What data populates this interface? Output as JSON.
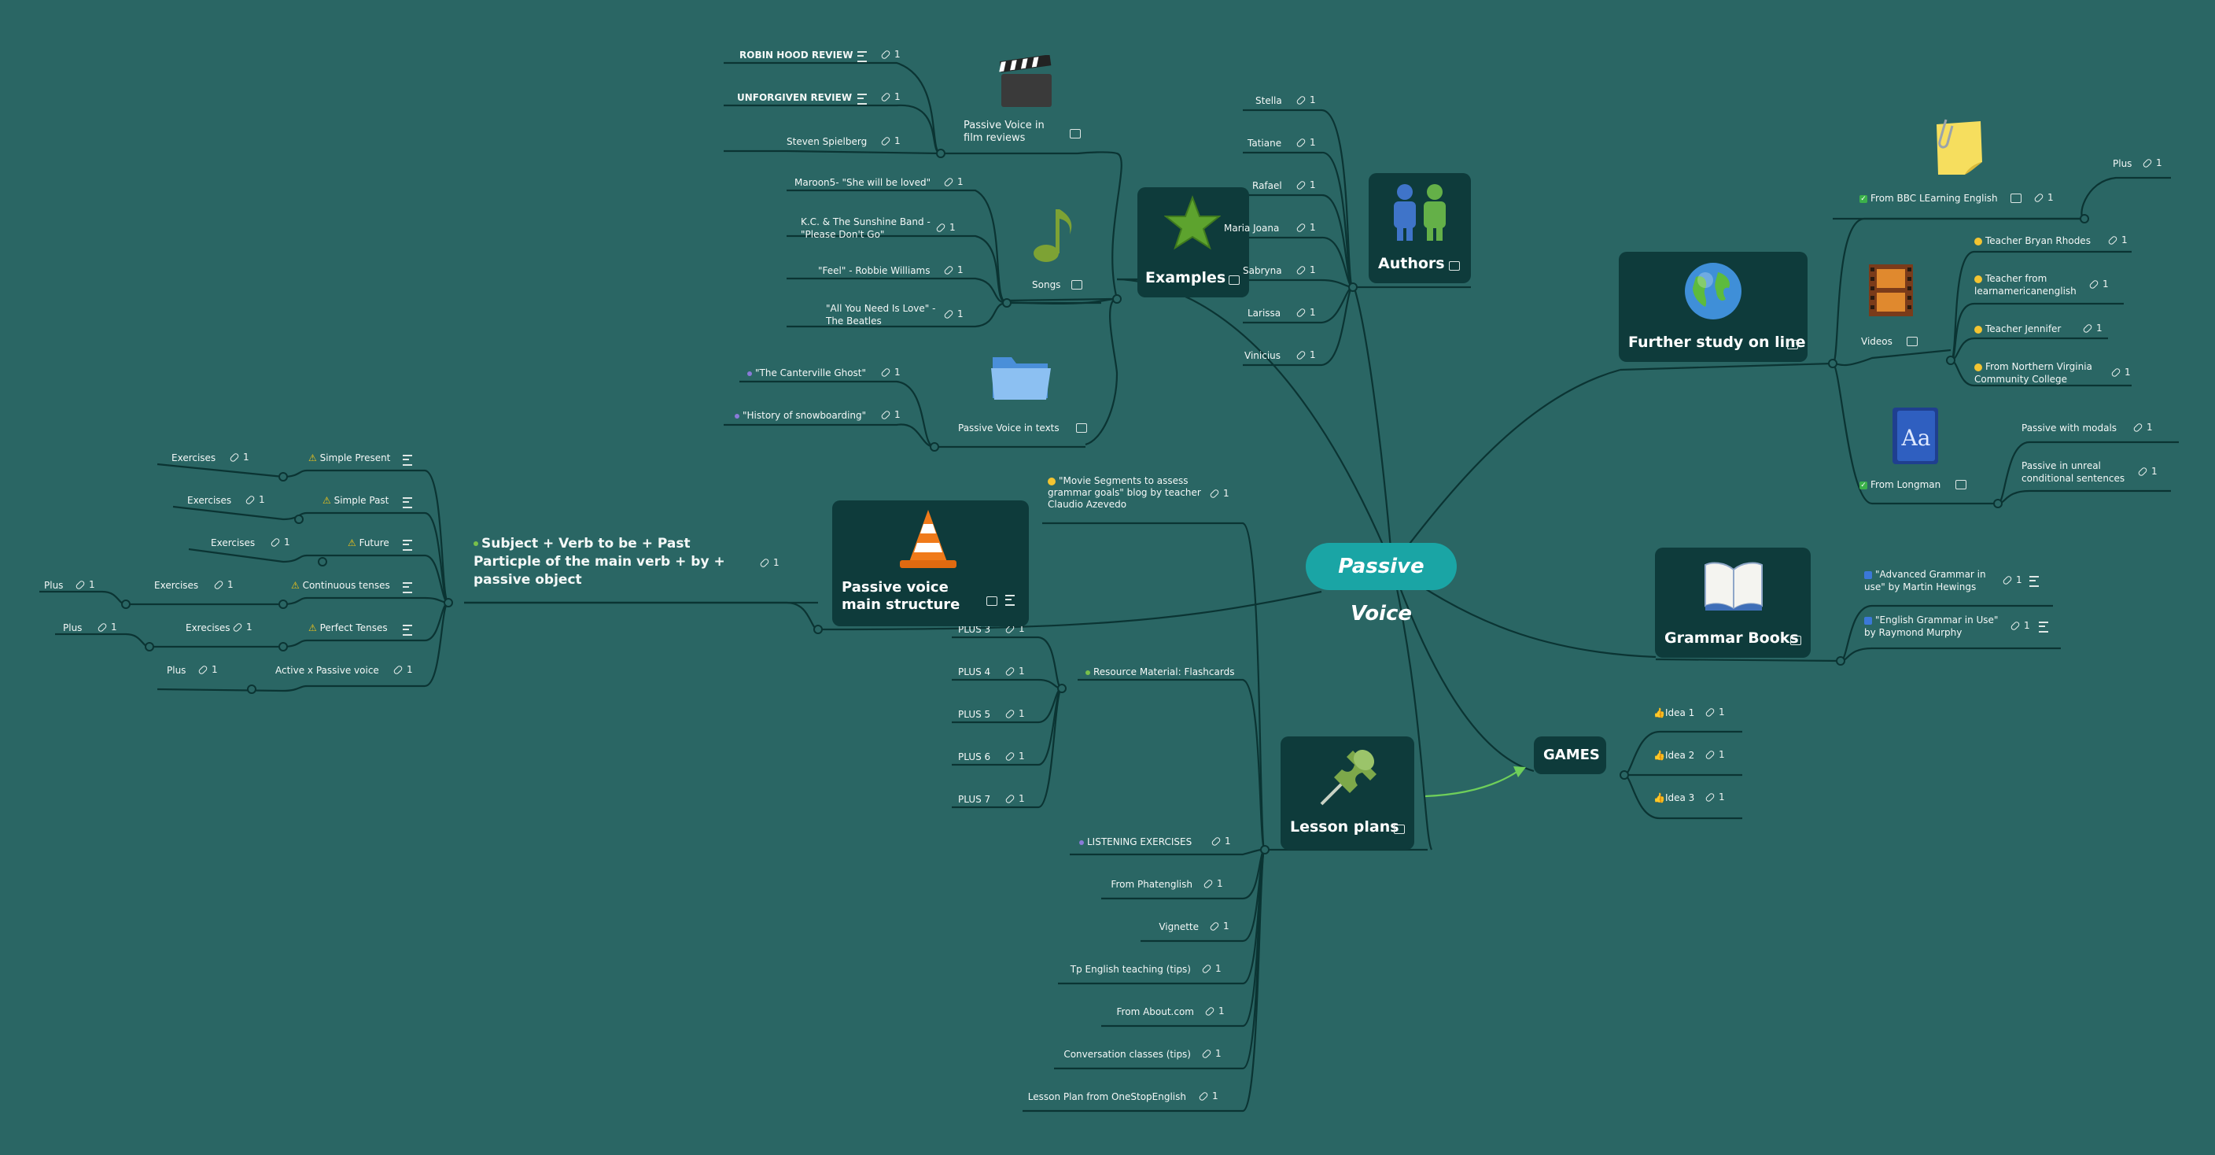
{
  "center": {
    "label": "Passive Voice"
  },
  "examples": {
    "title": "Examples",
    "film": {
      "label": "Passive Voice in film reviews",
      "items": [
        "ROBIN HOOD REVIEW",
        "UNFORGIVEN REVIEW",
        "Steven Spielberg"
      ]
    },
    "songs": {
      "label": "Songs",
      "items": [
        "Maroon5- \"She will be loved\"",
        "K.C. & The Sunshine Band - \"Please Don't Go\"",
        "\"Feel\" - Robbie Williams",
        "\"All You Need Is Love\" - The Beatles"
      ]
    },
    "texts": {
      "label": "Passive Voice in texts",
      "items": [
        "\"The Canterville Ghost\"",
        "\"History of snowboarding\""
      ]
    }
  },
  "authors": {
    "title": "Authors",
    "items": [
      "Stella",
      "Tatiane",
      "Rafael",
      "Maria Joana",
      "Sabryna",
      "Larissa",
      "Vinicius"
    ]
  },
  "further": {
    "title": "Further study on line",
    "bbc": {
      "label": "From BBC LEarning English",
      "plus": "Plus"
    },
    "videos": {
      "label": "Videos",
      "items": [
        "Teacher Bryan Rhodes",
        "Teacher from learnamericanenglish",
        "Teacher Jennifer",
        "From Northern Virginia Community College"
      ]
    },
    "longman": {
      "label": "From Longman",
      "items": [
        "Passive with modals",
        "Passive in unreal conditional sentences"
      ]
    }
  },
  "grammar": {
    "title": "Grammar Books",
    "items": [
      "\"Advanced Grammar in use\" by Martin Hewings",
      "\"English Grammar in Use\" by Raymond Murphy"
    ]
  },
  "games": {
    "title": "GAMES",
    "items": [
      "Idea 1",
      "Idea 2",
      "Idea 3"
    ]
  },
  "lesson": {
    "title": "Lesson plans",
    "movie": "\"Movie Segments to assess grammar goals\" blog by teacher Claudio Azevedo",
    "flashcards": {
      "label": "Resource Material: Flashcards",
      "items": [
        "PLUS 3",
        "PLUS 4",
        "PLUS 5",
        "PLUS 6",
        "PLUS 7"
      ]
    },
    "listening": "LISTENING EXERCISES",
    "others": [
      "From Phatenglish",
      "Vignette",
      "Tp English teaching (tips)",
      "From About.com",
      "Conversation classes (tips)",
      "Lesson Plan from OneStopEnglish"
    ]
  },
  "structure": {
    "title": "Passive voice main structure",
    "formula": "Subject + Verb to be + Past Particple of the main verb + by + passive object",
    "tenses": [
      {
        "name": "Simple Present",
        "ex": "Exercises"
      },
      {
        "name": "Simple Past",
        "ex": "Exercises"
      },
      {
        "name": "Future",
        "ex": "Exercises"
      },
      {
        "name": "Continuous tenses",
        "ex": "Exercises",
        "plus": "Plus"
      },
      {
        "name": "Perfect Tenses",
        "ex": "Exrecises",
        "plus": "Plus"
      },
      {
        "name": "Active x Passive voice",
        "ex": "Plus"
      }
    ]
  },
  "link_count": "1",
  "colors": {
    "background": "#2a6664",
    "card": "#0e3b3b",
    "center": "#1aa5a5",
    "line": "#0b3433",
    "arrow": "#6fcf5a"
  }
}
